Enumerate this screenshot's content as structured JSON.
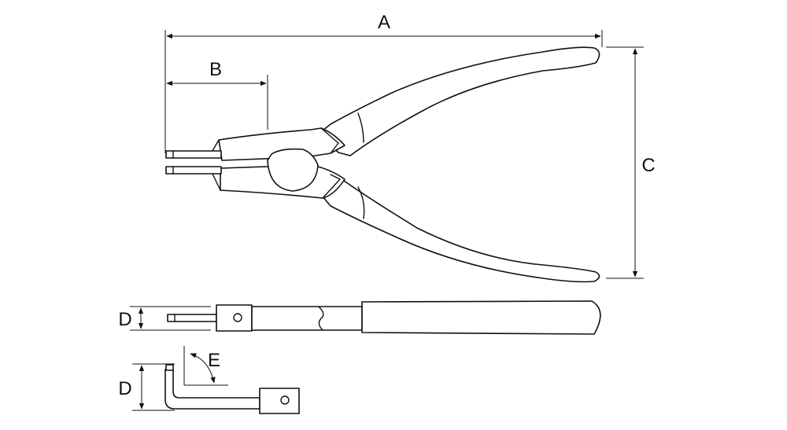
{
  "labels": {
    "a": "A",
    "b": "B",
    "c": "C",
    "d_side": "D",
    "d_tip": "D",
    "e": "E"
  }
}
